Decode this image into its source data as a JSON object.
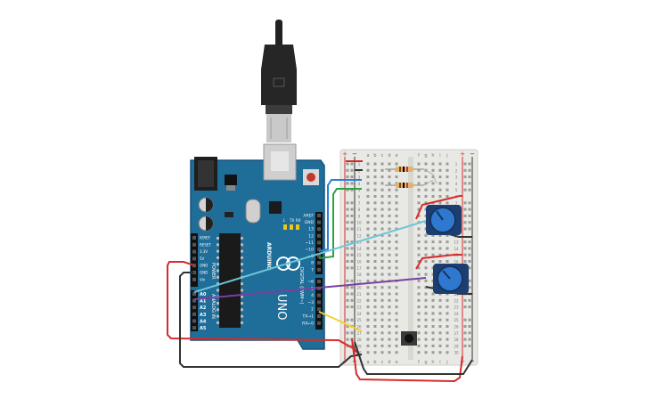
{
  "arduino": {
    "brand": "ARDUINO",
    "model": "UNO",
    "digital_pin_labels": [
      "AREF",
      "GND",
      "13",
      "12",
      "~11",
      "~10",
      "~9",
      "8",
      "7",
      "~6",
      "~5",
      "4",
      "~3",
      "2",
      "TX→1",
      "RX←0"
    ],
    "power_pin_labels": [
      "IOREF",
      "RESET",
      "3.3V",
      "5V",
      "GND",
      "GND",
      "Vin"
    ],
    "analog_pin_labels": [
      "A0",
      "A1",
      "A2",
      "A3",
      "A4",
      "A5"
    ],
    "header_labels": {
      "power": "POWER",
      "analog": "ANALOG IN",
      "digital": "DIGITAL (PWM~)"
    },
    "led_labels": [
      "L",
      "TX",
      "RX"
    ]
  },
  "breadboard": {
    "column_letters": [
      "a",
      "b",
      "c",
      "d",
      "e",
      "f",
      "g",
      "h",
      "i",
      "j"
    ],
    "rail_symbols": {
      "plus": "+",
      "minus": "−"
    },
    "row_numbers": [
      "1",
      "2",
      "3",
      "4",
      "5",
      "6",
      "7",
      "8",
      "9",
      "10",
      "11",
      "12",
      "13",
      "14",
      "15",
      "16",
      "17",
      "18",
      "19",
      "20",
      "21",
      "22",
      "23",
      "24",
      "25",
      "26",
      "27",
      "28",
      "29",
      "30"
    ]
  },
  "components": {
    "resistors": 2,
    "potentiometers": 2,
    "pushbuttons": 1,
    "usb_cable": 1
  },
  "colors": {
    "board": "#1f6d99",
    "board_dark": "#17557a",
    "breadboard": "#e7e7e3",
    "wire_red": "#d62b2b",
    "wire_black": "#333333",
    "wire_blue": "#2a7fd4",
    "wire_green": "#2ea043",
    "wire_cyan": "#6cc6d6",
    "wire_purple": "#7b3fa0",
    "wire_yellow": "#f2d22e",
    "pot_body": "#1d3e70",
    "pot_knob": "#2f78d0"
  }
}
